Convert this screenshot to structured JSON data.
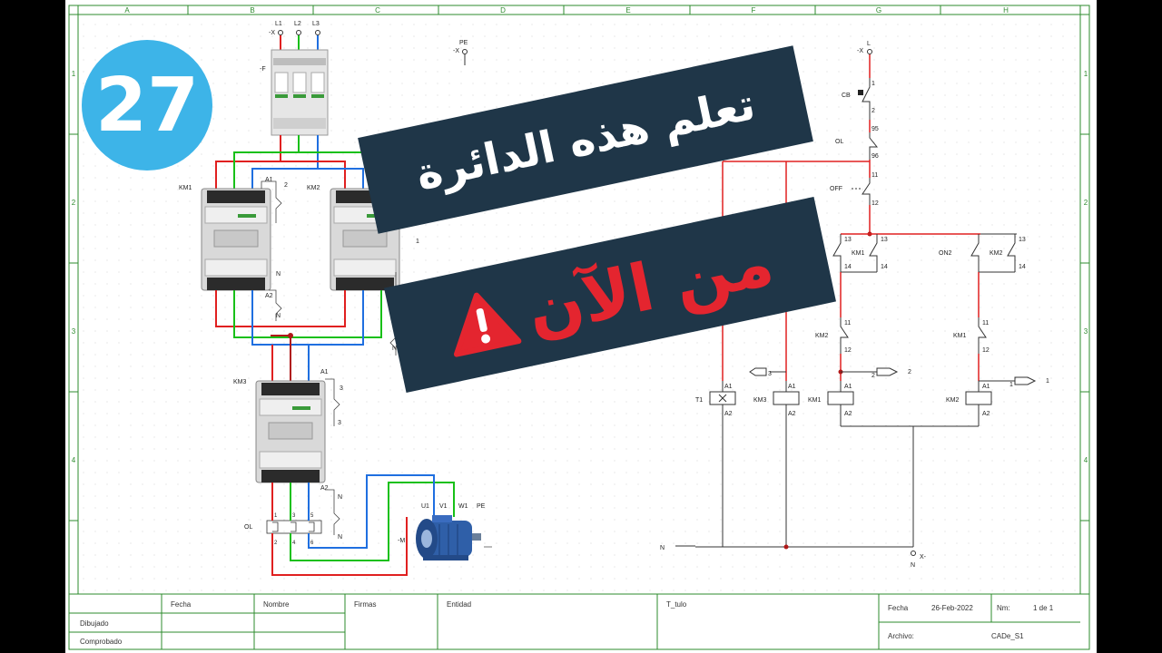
{
  "episode": {
    "number": "27"
  },
  "banner": {
    "line1": "تعلم هذه الدائرة",
    "line2": "من الآن"
  },
  "grid": {
    "columns": [
      "A",
      "B",
      "C",
      "D",
      "E",
      "F",
      "G",
      "H"
    ],
    "rows": [
      "1",
      "2",
      "3",
      "4"
    ]
  },
  "power": {
    "phases": [
      "L1",
      "L2",
      "L3"
    ],
    "x_label": "-X",
    "pe": "PE",
    "breaker": "-F",
    "km1": "KM1",
    "km2": "KM2",
    "km3": "KM3",
    "coil_a1": "A1",
    "coil_a2": "A2",
    "aux_n": "N",
    "aux_nums": [
      "1",
      "2",
      "3"
    ],
    "ol": "OL",
    "ol_terms_top": [
      "1",
      "3",
      "5"
    ],
    "ol_terms_bottom": [
      "2",
      "4",
      "6"
    ],
    "motor_terms": [
      "U1",
      "V1",
      "W1",
      "PE"
    ],
    "motor": "-M"
  },
  "control": {
    "supply": "L",
    "x": "-X",
    "cb": "CB",
    "cb_terms": [
      "1",
      "2"
    ],
    "ol": "OL",
    "ol_terms": [
      "95",
      "96"
    ],
    "off": "OFF",
    "off_terms": [
      "11",
      "12"
    ],
    "on1_terms": [
      "13",
      "14"
    ],
    "km1": "KM1",
    "on2": "ON2",
    "km2": "KM2",
    "t1": "T1",
    "km3": "KM3",
    "nc_terms": [
      "11",
      "12"
    ],
    "coil_a1": "A1",
    "coil_a2": "A2",
    "arrows": [
      "3",
      "2",
      "2",
      "1",
      "1"
    ],
    "neutral": "N",
    "x_terminal": "X-"
  },
  "colors": {
    "phase_red": "#e02020",
    "phase_green": "#18c018",
    "phase_blue": "#1f6fe0",
    "dark_red": "#b01818",
    "frame": "#2e8b2e",
    "badge": "#3db4e8",
    "banner_bg": "#1f3648"
  },
  "titleblock": {
    "fecha": "Fecha",
    "nombre": "Nombre",
    "firmas": "Firmas",
    "entidad": "Entidad",
    "titulo": "T_tulo",
    "dibujado": "Dibujado",
    "comprobado": "Comprobado",
    "fecha_right": "Fecha",
    "date_value": "26-Feb-2022",
    "num_label": "Nm:",
    "num_value": "1 de 1",
    "archivo": "Archivo:",
    "archivo_value": "CADe_S1"
  }
}
